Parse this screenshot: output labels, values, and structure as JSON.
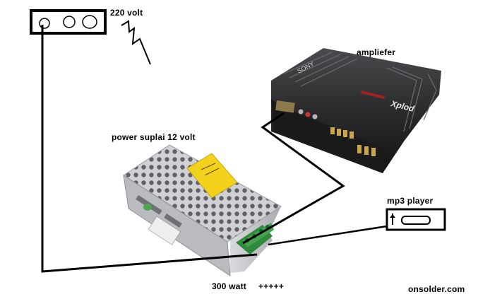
{
  "labels": {
    "mains": "220 volt",
    "amplifier": "ampliefer",
    "power_supply": "power suplai 12 volt",
    "mp3_player": "mp3 player",
    "wattage": "300 watt",
    "plus_marks": "+++++",
    "website": "onsolder.com"
  },
  "amplifier_brand": {
    "brand": "SONY",
    "model": "Xplod"
  },
  "colors": {
    "wire": "#000000",
    "background": "#ffffff",
    "amp_body": "#2b2b2d",
    "psu_body": "#c9cbcf",
    "psu_label": "#f2d21a",
    "terminal": "#2f8a3c"
  },
  "icons": [
    "outlet-icon",
    "lightning-icon",
    "mp3-player-icon"
  ]
}
